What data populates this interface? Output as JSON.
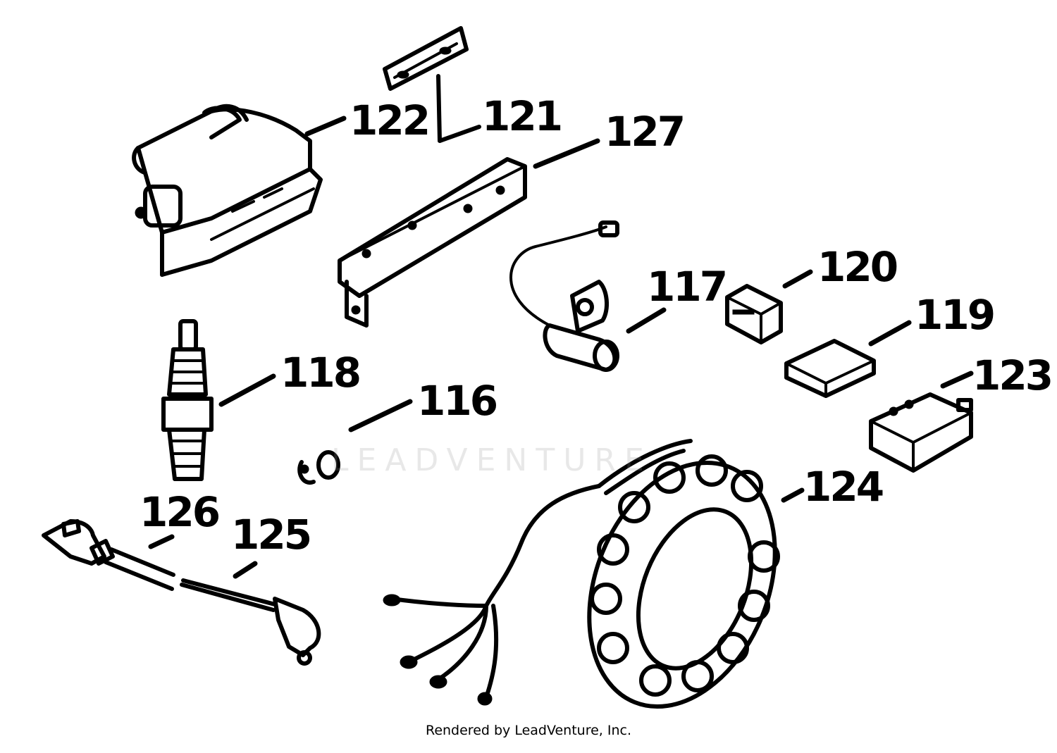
{
  "labels": {
    "p116": "116",
    "p117": "117",
    "p118": "118",
    "p119": "119",
    "p120": "120",
    "p121": "121",
    "p122": "122",
    "p123": "123",
    "p124": "124",
    "p125": "125",
    "p126": "126",
    "p127": "127"
  },
  "watermark": "LEADVENTURE",
  "footer": "Rendered by LeadVenture, Inc."
}
